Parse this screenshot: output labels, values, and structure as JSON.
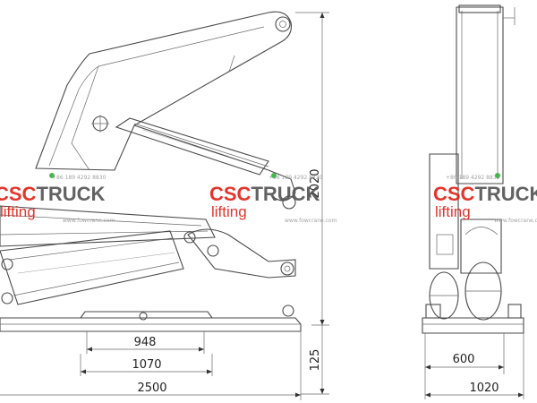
{
  "dimensions": {
    "side_view": {
      "d948": "948",
      "d1070": "1070",
      "d2500": "2500",
      "d125": "125",
      "d2020": "2020"
    },
    "front_view": {
      "d600": "600",
      "d1020": "1020"
    }
  },
  "watermark": {
    "brand_part1": "CSC",
    "brand_part2": "TRUCK",
    "tagline": "lifting",
    "phone": "+86 189 4292 8830",
    "website": "www.fowcrane.com"
  },
  "colors": {
    "brand_red": "#e0251b",
    "brand_grey": "#555555",
    "line": "#4a4a4a",
    "green_dot": "#3cb043"
  }
}
